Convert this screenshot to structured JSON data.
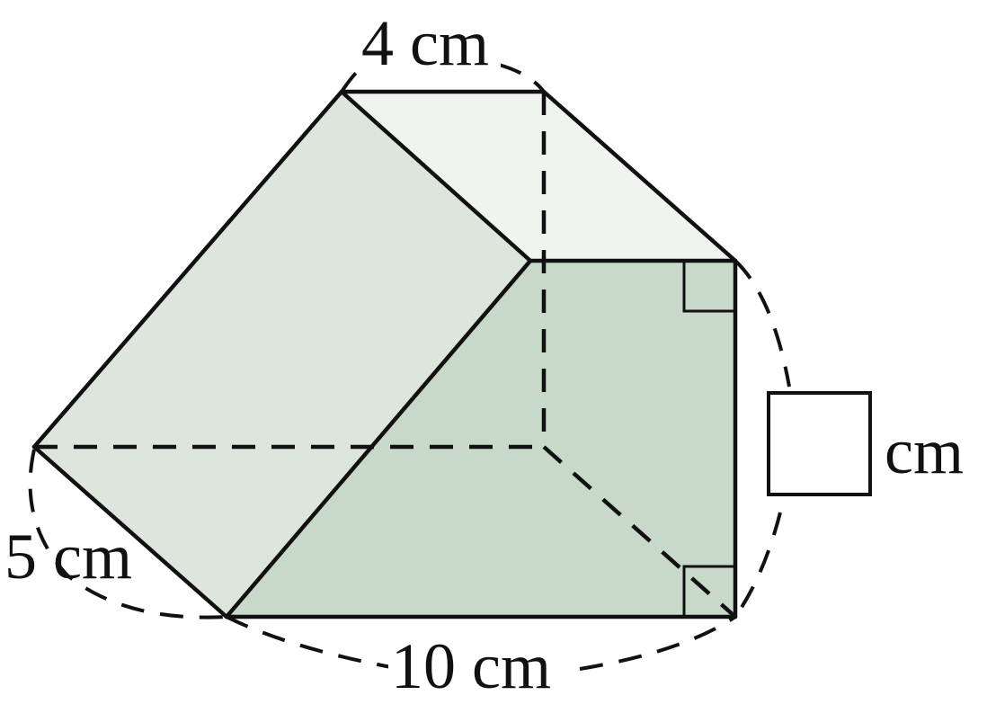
{
  "figure": {
    "labels": {
      "top_edge": "4 cm",
      "left_edge": "5 cm",
      "bottom_edge": "10 cm",
      "height_unit": "cm"
    },
    "colors": {
      "top_face": "#eff4ef",
      "slanted_face": "#dce6dc",
      "front_face": "#c8d9c9",
      "line": "#111111"
    }
  }
}
